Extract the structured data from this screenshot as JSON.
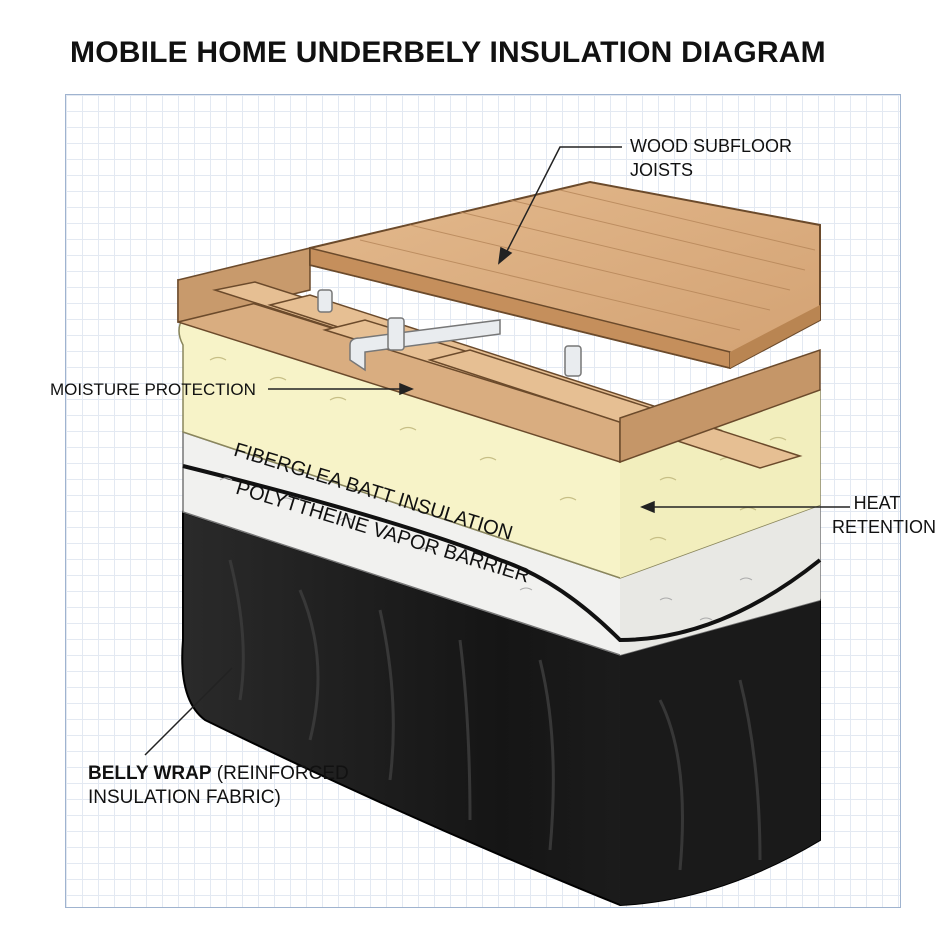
{
  "title": "MOBILE HOME UNDERBELY INSULATION DIAGRAM",
  "labels": {
    "subfloor_line1": "WOOD SUBFLOOR",
    "subfloor_line2": "JOISTS",
    "moisture": "MOISTURE PROTECTION",
    "fiberglass": "FIBERGLEA BATT INSULATION",
    "vapor": "POLYTTHEINE VAPOR BARRIER",
    "heat_line1": "HEAT",
    "heat_line2": "RETENTION",
    "belly_bold": "BELLY WRAP",
    "belly_rest": " (REINFORCED",
    "belly_line2": "INSULATION FABRIC)"
  },
  "colors": {
    "wood": "#d9ad80",
    "insulation": "#f7f3c8",
    "vapor_layer": "#f1f1ef",
    "belly_wrap": "#1d1d1d",
    "grid": "#e3e9f2"
  }
}
